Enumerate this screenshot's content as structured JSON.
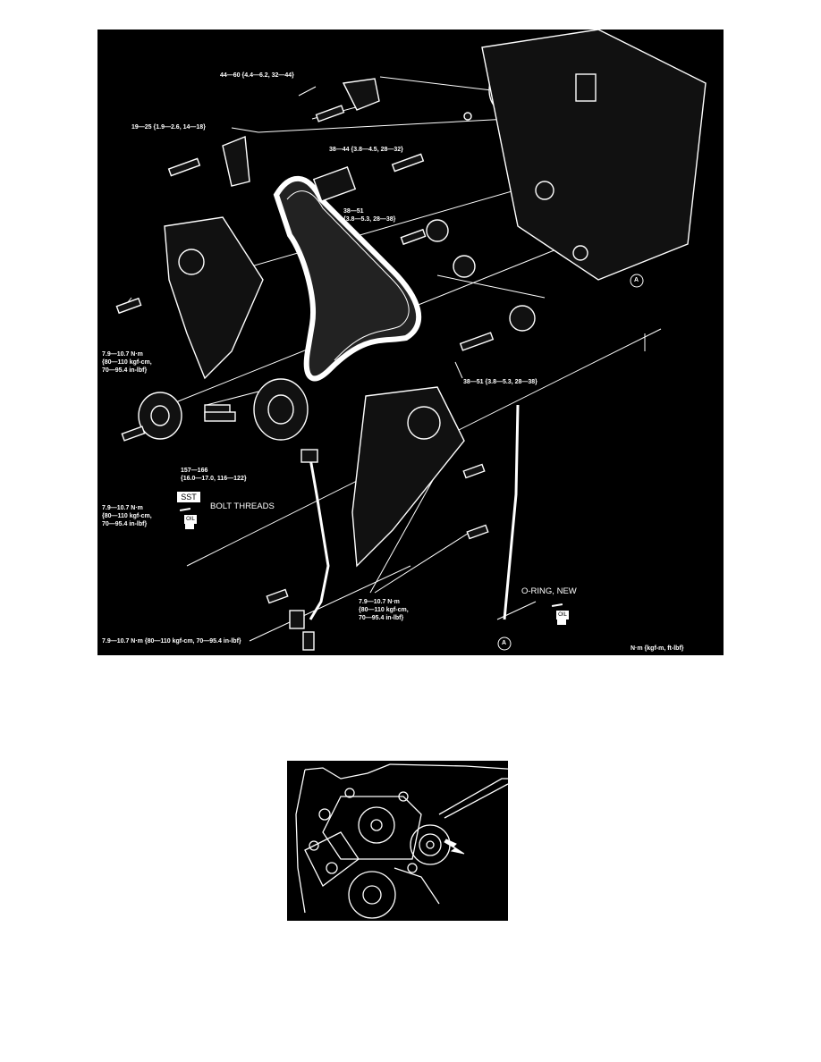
{
  "figure1": {
    "labels": {
      "bolt_top": "44—60 {4.4—6.2, 32—44}",
      "bolt_left": "19—25 {1.9—2.6, 14—18}",
      "tensioner": "38—44 {3.8—4.5, 28—32}",
      "idler_upper_1": "38—51",
      "idler_upper_2": "{3.8—5.3, 28—38}",
      "idler_lower": "38—51 {3.8—5.3, 28—38}",
      "cover_upper_1": "7.9—10.7 N·m",
      "cover_upper_2": "{80—110 kgf-cm,",
      "cover_upper_3": "70—95.4 in-lbf}",
      "crank_1": "157—166",
      "crank_2": "{16.0—17.0, 116—122}",
      "pulley_1": "7.9—10.7 N·m",
      "pulley_2": "{80—110 kgf-cm,",
      "pulley_3": "70—95.4 in-lbf}",
      "cover_lower_1": "7.9—10.7 N·m",
      "cover_lower_2": "{80—110 kgf-cm,",
      "cover_lower_3": "70—95.4 in-lbf}",
      "bottom": "7.9—10.7 N·m {80—110 kgf-cm, 70—95.4 in-lbf}",
      "units": "N·m {kgf-m, ft-lbf}",
      "sst": "SST",
      "bolt_threads": "BOLT THREADS",
      "oil": "OIL",
      "oil2": "OIL",
      "oring": "O-RING, NEW",
      "marker_a": "A",
      "marker_a2": "A"
    }
  },
  "figure2": {
    "arrow": "arrow-icon"
  }
}
